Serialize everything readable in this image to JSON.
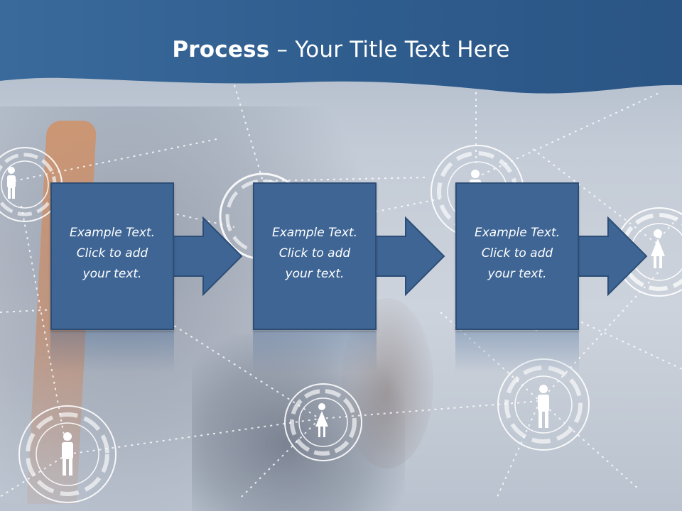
{
  "slide": {
    "title_bold": "Process",
    "title_rest": " – Your Title Text Here"
  },
  "steps": [
    {
      "line1": "Example Text.",
      "line2": "Click  to add",
      "line3": "your text."
    },
    {
      "line1": "Example Text.",
      "line2": "Click  to add",
      "line3": "your text."
    },
    {
      "line1": "Example Text.",
      "line2": "Click  to add",
      "line3": "your text."
    }
  ],
  "colors": {
    "header": "#2f5d8e",
    "box_fill": "#3e6594",
    "box_border": "#2c4e76",
    "text": "#ffffff"
  },
  "icons": {
    "node": "person-icon",
    "connector": "right-arrow-icon"
  }
}
